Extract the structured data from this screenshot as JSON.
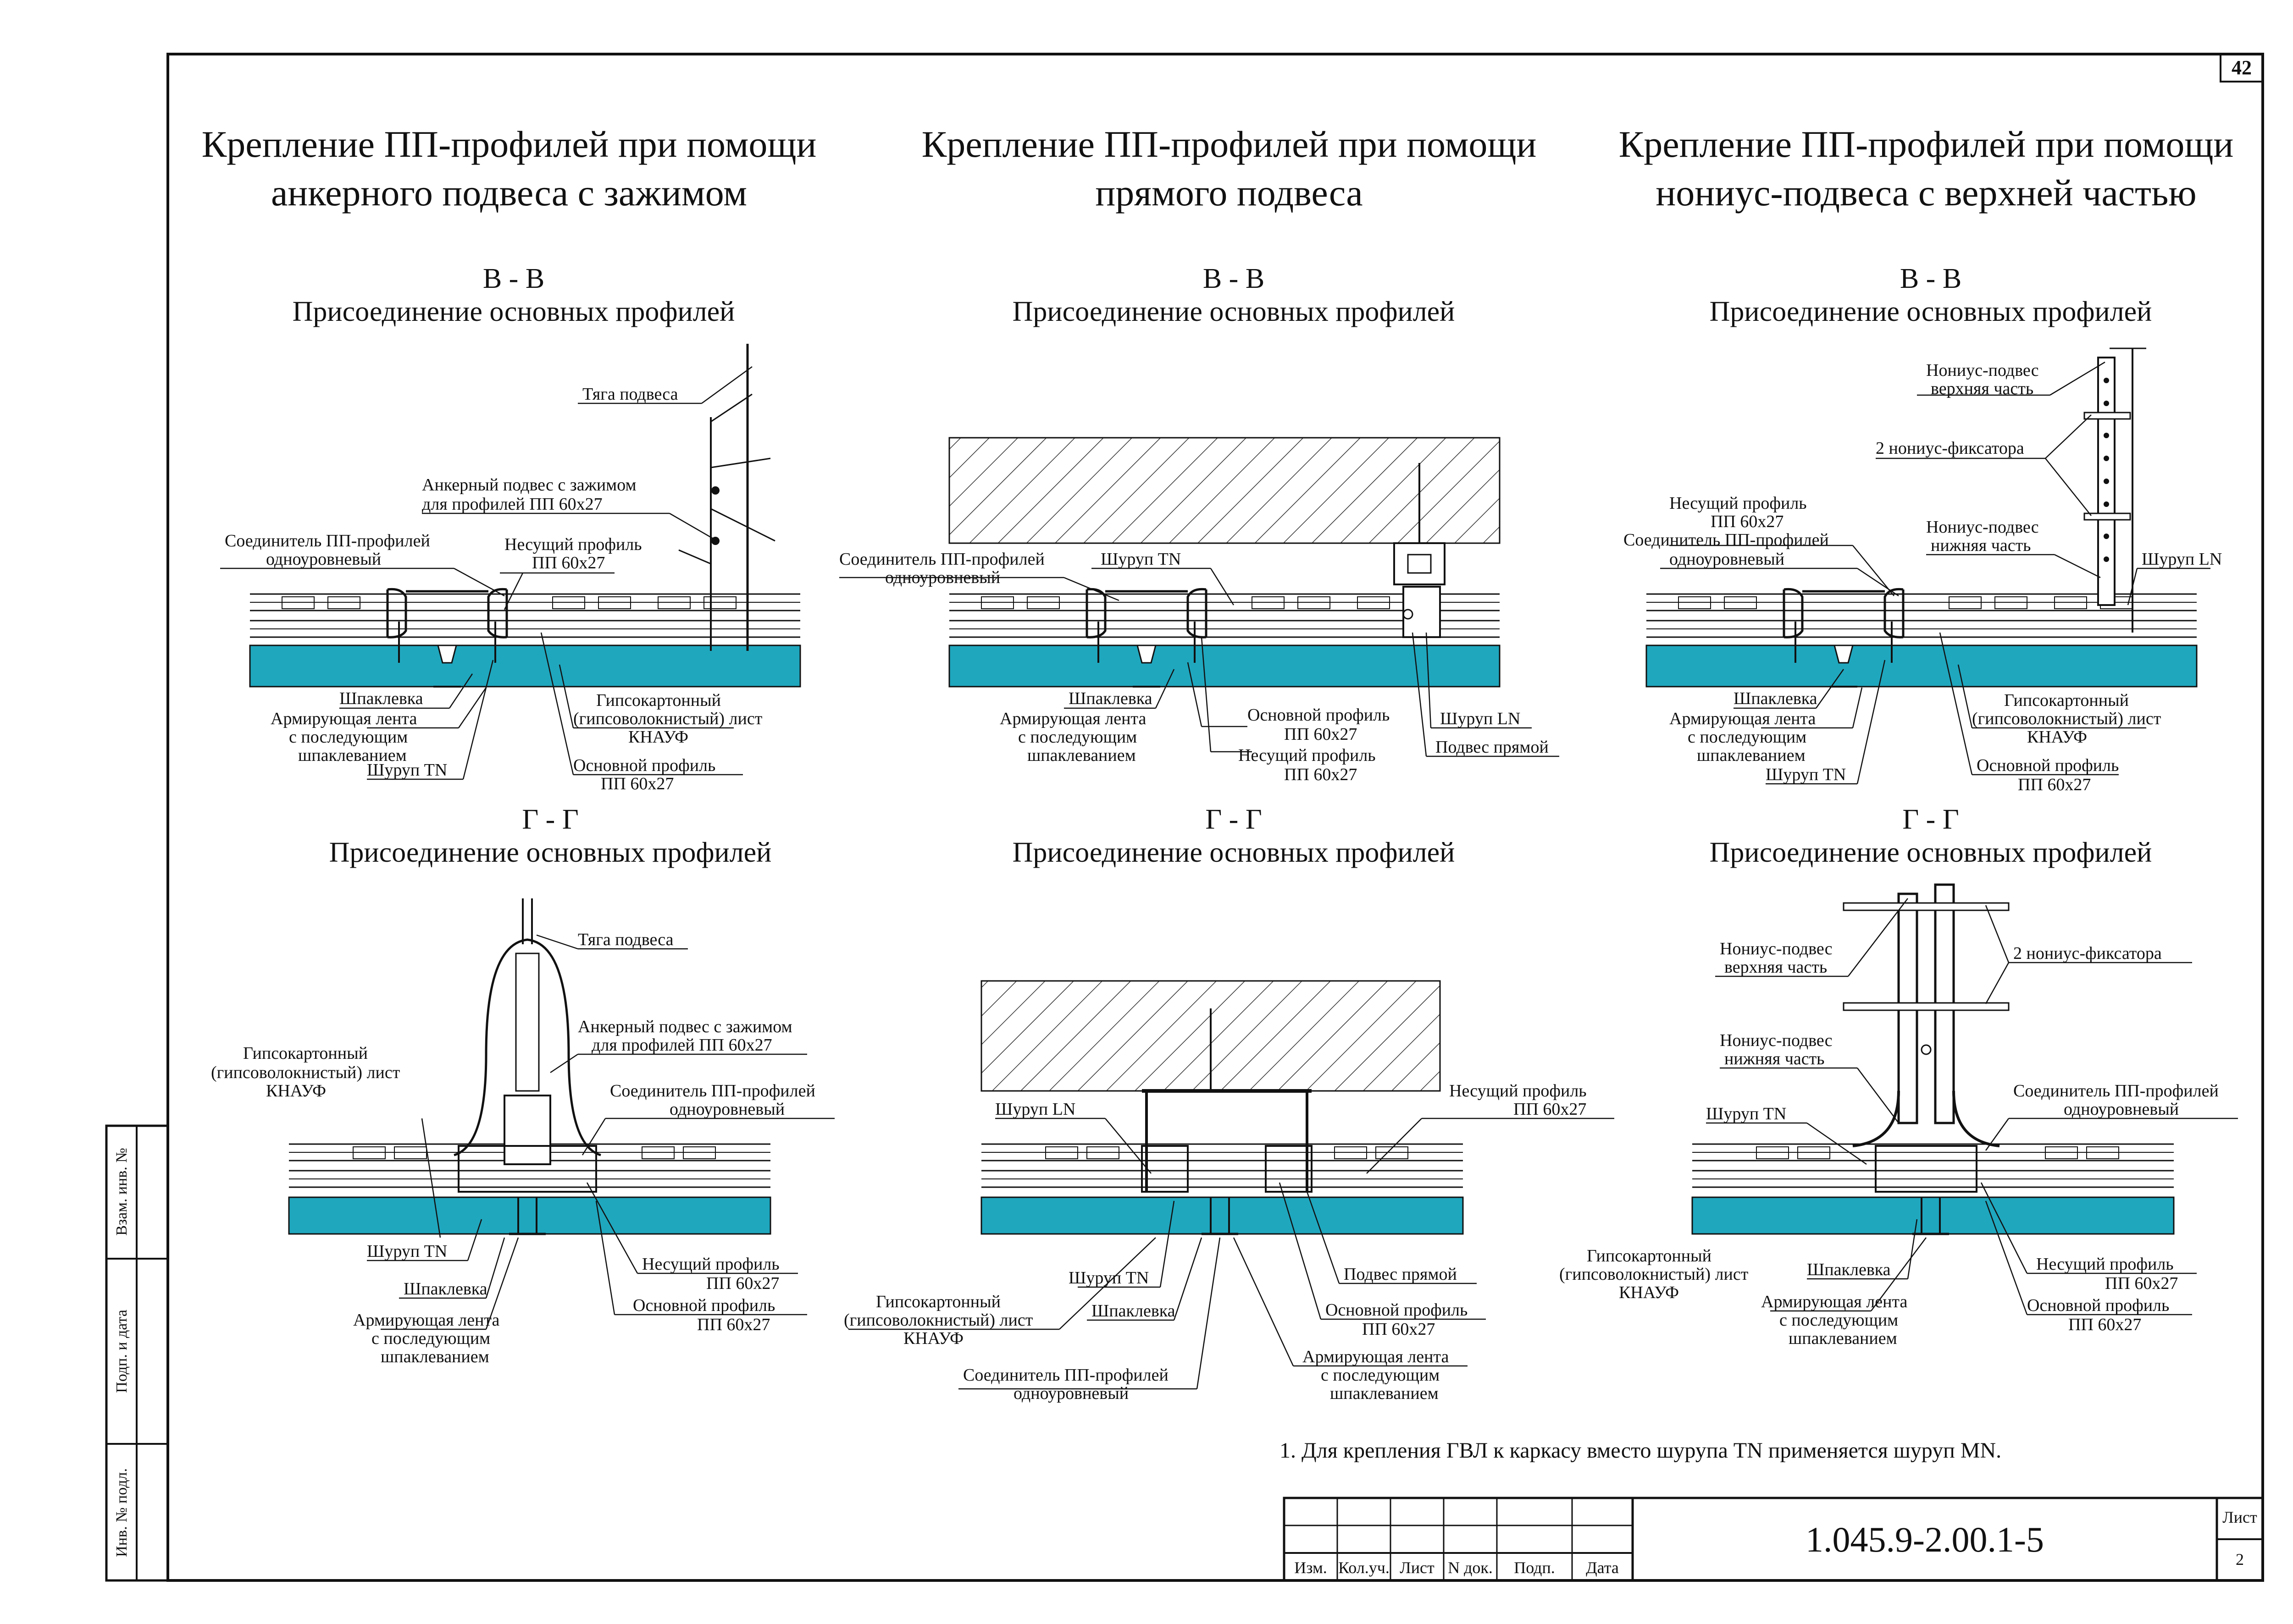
{
  "page_number": "42",
  "titles": [
    [
      "Крепление ПП-профилей при помощи",
      "анкерного подвеса с зажимом"
    ],
    [
      "Крепление ПП-профилей при помощи",
      "прямого подвеса"
    ],
    [
      "Крепление ПП-профилей при помощи",
      "нониус-подвеса с верхней частью"
    ]
  ],
  "sections": {
    "bb": "В - В",
    "gg": "Г - Г",
    "subtitle": "Присоединение основных профилей"
  },
  "labels": {
    "tyaga": "Тяга подвеса",
    "anchor_1": "Анкерный подвес с зажимом",
    "anchor_2": "для профилей ПП 60х27",
    "conn_1": "Соединитель ПП-профилей",
    "conn_2": "одноуровневый",
    "bearing_1": "Несущий профиль",
    "pp": "ПП 60х27",
    "main_1": "Основной профиль",
    "shpak": "Шпаклевка",
    "tape_1": "Армирующая лента",
    "tape_2": "с последующим",
    "tape_3": "шпаклеванием",
    "screw_tn": "Шуруп TN",
    "screw_ln": "Шуруп LN",
    "gkl_1": "Гипсокартонный",
    "gkl_2": "(гипсоволокнистый) лист",
    "gkl_3": "КНАУФ",
    "direct": "Подвес прямой",
    "nonius_top_1": "Нониус-подвес",
    "nonius_top_2": "верхняя часть",
    "nonius_fix": "2 нониус-фиксатора",
    "nonius_bot_2": "нижняя часть"
  },
  "note": "1. Для крепления ГВЛ к каркасу вместо шурупа TN применяется шуруп MN.",
  "side_stamp": [
    "Взам. инв. №",
    "Подп. и дата",
    "Инв. № подл."
  ],
  "stamp": {
    "cols": [
      "Изм.",
      "Кол.уч.",
      "Лист",
      "N док.",
      "Подп.",
      "Дата"
    ],
    "code": "1.045.9-2.00.1-5",
    "sheet_label": "Лист",
    "sheet_no": "2"
  },
  "colors": {
    "board": "#1FA7BE",
    "line": "#111111"
  }
}
